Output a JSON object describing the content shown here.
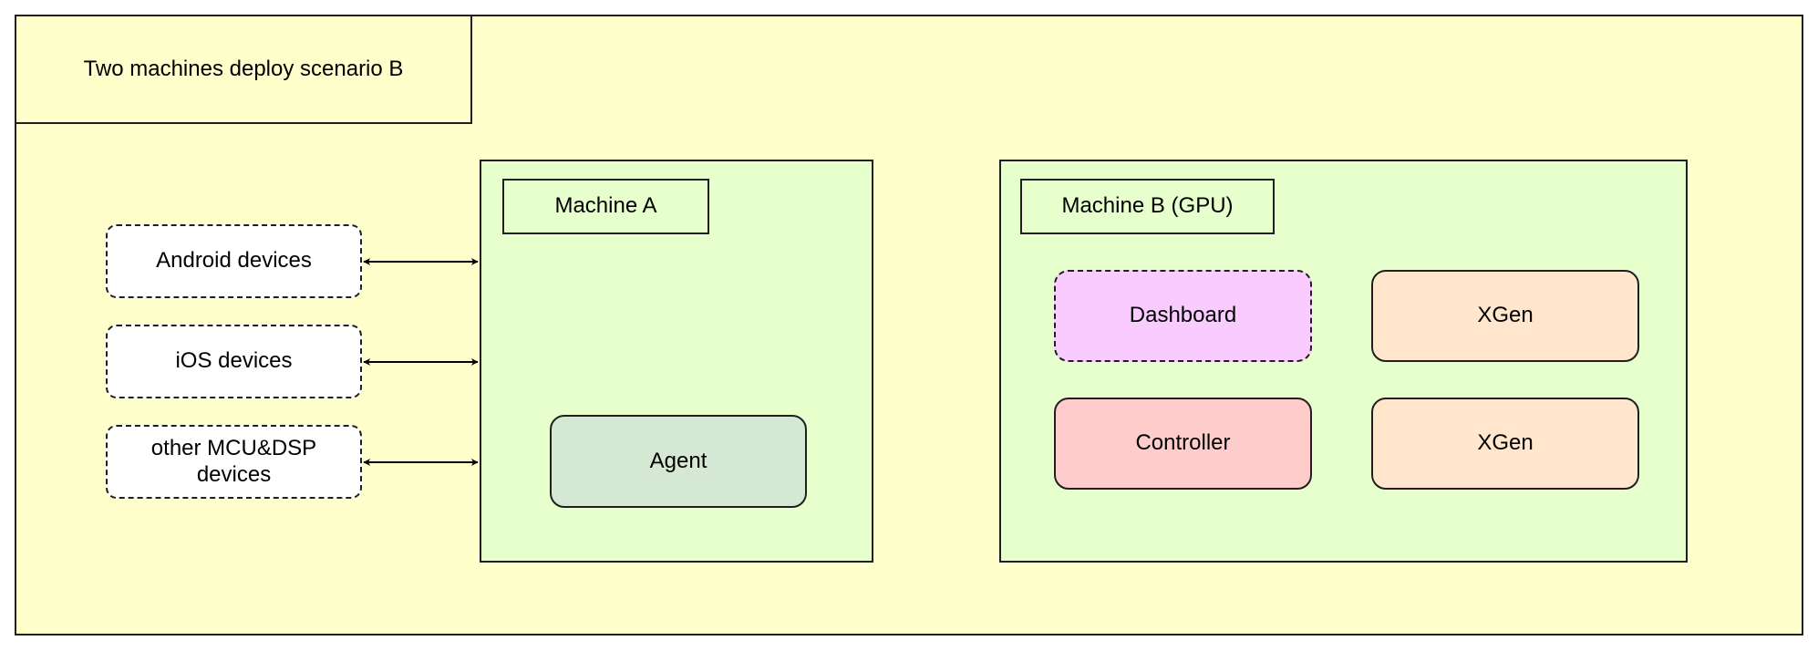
{
  "scenario": {
    "title": "Two machines deploy scenario B"
  },
  "devices": [
    {
      "label": "Android devices"
    },
    {
      "label": "iOS devices"
    },
    {
      "label": "other MCU&DSP devices"
    }
  ],
  "machine_a": {
    "label": "Machine A",
    "components": {
      "agent": "Agent"
    }
  },
  "machine_b": {
    "label": "Machine B (GPU)",
    "components": {
      "dashboard": "Dashboard",
      "controller": "Controller",
      "xgen_1": "XGen",
      "xgen_2": "XGen"
    }
  },
  "colors": {
    "scenario_bg": "#ffffcc",
    "machine_bg": "#e6ffcc",
    "agent_bg": "#d5e8d4",
    "dashboard_bg": "#facbff",
    "controller_bg": "#ffcccc",
    "xgen_bg": "#ffe6cc",
    "stroke": "#1f1f1f"
  }
}
